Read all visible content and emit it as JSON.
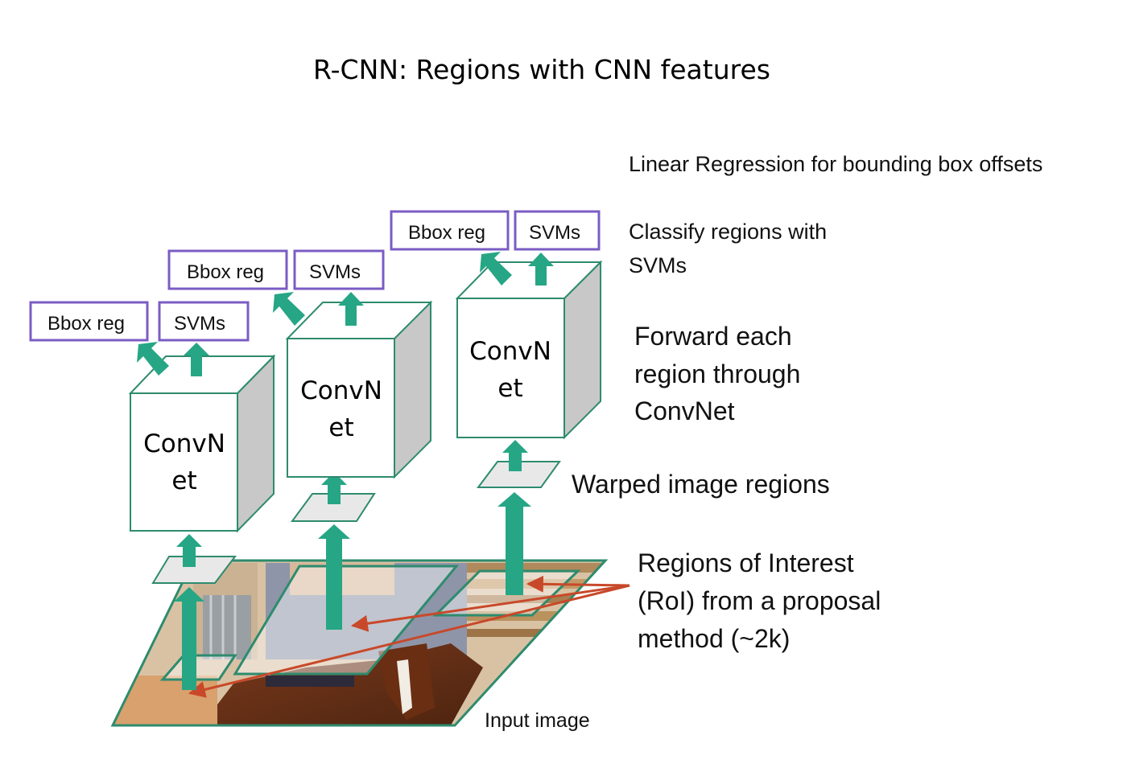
{
  "title": "R-CNN: Regions with CNN features",
  "annotations": {
    "bbox_offsets": "Linear Regression for bounding box offsets",
    "classify_line1": "Classify regions with",
    "classify_line2": "SVMs",
    "forward_line1": "Forward each",
    "forward_line2": "region through",
    "forward_line3": "ConvNet",
    "warped": "Warped image regions",
    "roi_line1": "Regions of Interest",
    "roi_line2": "(RoI) from a proposal",
    "roi_line3": "method (~2k)",
    "input_image": "Input image"
  },
  "stages": [
    {
      "net_line1": "ConvN",
      "net_line2": "et",
      "bbox_label": "Bbox reg",
      "svm_label": "SVMs"
    },
    {
      "net_line1": "ConvN",
      "net_line2": "et",
      "bbox_label": "Bbox reg",
      "svm_label": "SVMs"
    },
    {
      "net_line1": "ConvN",
      "net_line2": "et",
      "bbox_label": "Bbox reg",
      "svm_label": "SVMs"
    }
  ],
  "colors": {
    "arrow": "#26a685",
    "output_box_border": "#7b5cc4",
    "pointer_arrow": "#c8492a",
    "cube_side": "#c8c8c8",
    "cube_edge": "#2e8b6e"
  }
}
